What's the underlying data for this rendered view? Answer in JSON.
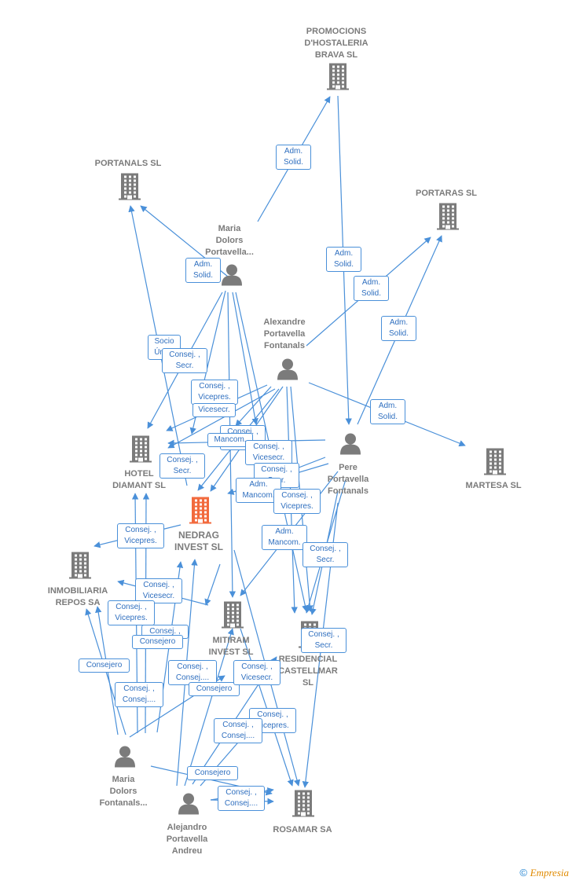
{
  "colors": {
    "edge": "#4a90d9",
    "building": "#7b7b7b",
    "focus_building": "#f26a3d",
    "person": "#7b7b7b"
  },
  "nodes": {
    "promocions": {
      "label": "PROMOCIONS\nD'HOSTALERIA\nBRAVA  SL",
      "kind": "company"
    },
    "portanals": {
      "label": "PORTANALS SL",
      "kind": "company"
    },
    "portaras": {
      "label": "PORTARAS  SL",
      "kind": "company"
    },
    "maria_portavella": {
      "label": "Maria\nDolors\nPortavella...",
      "kind": "person"
    },
    "alexandre": {
      "label": "Alexandre\nPortavella\nFontanals",
      "kind": "person"
    },
    "hotel_diamant": {
      "label": "HOTEL\nDIAMANT  SL",
      "kind": "company"
    },
    "pere": {
      "label": "Pere\nPortavella\nFontanals",
      "kind": "person"
    },
    "martesa": {
      "label": "MARTESA SL",
      "kind": "company"
    },
    "nedrag": {
      "label": "NEDRAG\nINVEST  SL",
      "kind": "focus"
    },
    "inmobiliaria": {
      "label": "INMOBILIARIA\nREPOS SA",
      "kind": "company"
    },
    "mitiram": {
      "label": "MITIRAM\nINVEST  SL",
      "kind": "company"
    },
    "residencial": {
      "label": "RESIDENCIAL\nCASTELLMAR\nSL",
      "kind": "company"
    },
    "maria_fontanals": {
      "label": "Maria\nDolors\nFontanals...",
      "kind": "person"
    },
    "alejandro": {
      "label": "Alejandro\nPortavella\nAndreu",
      "kind": "person"
    },
    "rosamar": {
      "label": "ROSAMAR SA",
      "kind": "company"
    }
  },
  "edge_labels": [
    "Adm.\nSolid.",
    "Adm.\nSolid.",
    "Adm.\nSolid.",
    "Adm.\nSolid.",
    "Adm.\nSolid.",
    "Adm.\nSolid.",
    "Socio\nÚnico",
    "Consej. ,\nSecr.",
    "Consej. ,\nVicepres.",
    "Vicesecr.",
    "Consej. ,\nVicesecr.",
    "Mancom.",
    "Consej. ,\nVicesecr.",
    "Consej. ,\nSecr.",
    "Consej. ,\nSecr.",
    "Adm.\nMancom.",
    "Consej. ,\nVicepres.",
    "Adm.\nMancom.",
    "Consej. ,\nSecr.",
    "Consej. ,\nVicepres.",
    "Consej. ,\nVicesecr.",
    "Consej. ,\nVicepres.",
    "Consej. ,",
    "Consejero",
    "Consejero",
    "Consej. ,\nConsej....",
    "Consej. ,\nConsej....",
    "Consejero",
    "Consej. ,\nSecr.",
    "Consej. ,\nVicesecr.",
    "Consej. ,\nVicepres.",
    "Consej. ,\nConsej....",
    "Consejero",
    "Consej. ,\nConsej...."
  ],
  "footer": {
    "copyright": "©",
    "brand": "Empresia"
  }
}
